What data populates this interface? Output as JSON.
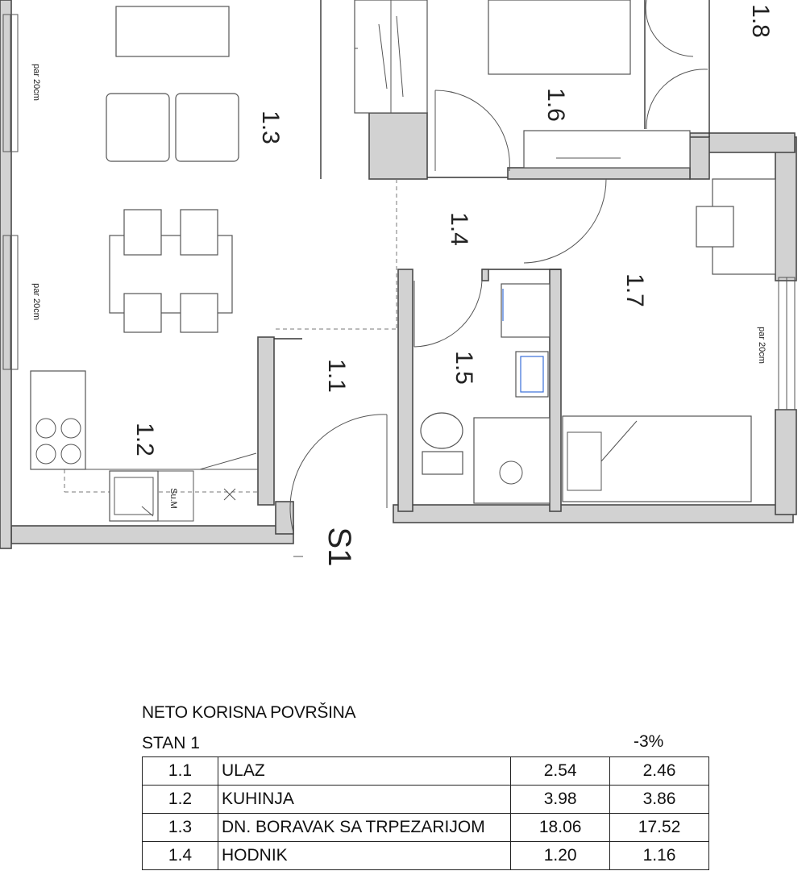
{
  "plan": {
    "rooms": [
      {
        "id": "1.1",
        "label": "1.1"
      },
      {
        "id": "1.2",
        "label": "1.2"
      },
      {
        "id": "1.3",
        "label": "1.3"
      },
      {
        "id": "1.4",
        "label": "1.4"
      },
      {
        "id": "1.5",
        "label": "1.5"
      },
      {
        "id": "1.6",
        "label": "1.6"
      },
      {
        "id": "1.7",
        "label": "1.7"
      },
      {
        "id": "1.8",
        "label": "1.8"
      }
    ],
    "window_notes": [
      "par 20cm",
      "par 20cm",
      "par 20cm"
    ],
    "shaft_label": "Su.M",
    "entrance_label": "S1"
  },
  "areas": {
    "heading": "NETO KORISNA POVRŠINA",
    "unit": "STAN 1",
    "reduction": "-3%",
    "rows": [
      {
        "num": "1.1",
        "name": "ULAZ",
        "gross": "2.54",
        "net": "2.46"
      },
      {
        "num": "1.2",
        "name": "KUHINJA",
        "gross": "3.98",
        "net": "3.86"
      },
      {
        "num": "1.3",
        "name": "DN. BORAVAK SA TRPEZARIJOM",
        "gross": "18.06",
        "net": "17.52"
      },
      {
        "num": "1.4",
        "name": "HODNIK",
        "gross": "1.20",
        "net": "1.16"
      }
    ]
  }
}
